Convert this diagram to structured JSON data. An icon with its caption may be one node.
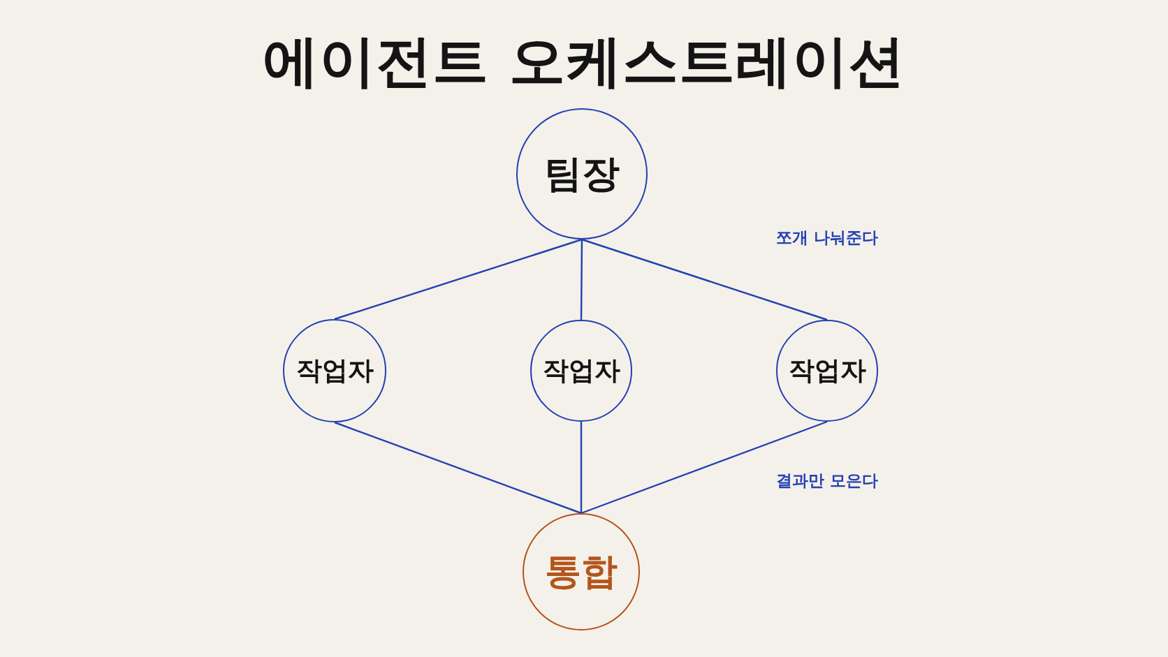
{
  "diagram": {
    "title": "에이전트 오케스트레이션",
    "nodes": [
      {
        "text": [
          "팀장"
        ]
      },
      {
        "text": [
          "작업자"
        ]
      },
      {
        "text": [
          "작업자"
        ]
      },
      {
        "text": [
          "작업자"
        ]
      },
      {
        "text": [
          "통합"
        ]
      }
    ],
    "edges": [
      {
        "from": 0,
        "to": 1,
        "arrow": "none"
      },
      {
        "from": 0,
        "to": 2,
        "arrow": "none"
      },
      {
        "from": 0,
        "to": 3,
        "arrow": "none"
      },
      {
        "from": 1,
        "to": 4,
        "arrow": "none"
      },
      {
        "from": 2,
        "to": 4,
        "arrow": "none"
      },
      {
        "from": 3,
        "to": 4,
        "arrow": "none"
      }
    ],
    "labels": [
      "쪼개 나눠준다",
      "결과만 모은다"
    ]
  }
}
